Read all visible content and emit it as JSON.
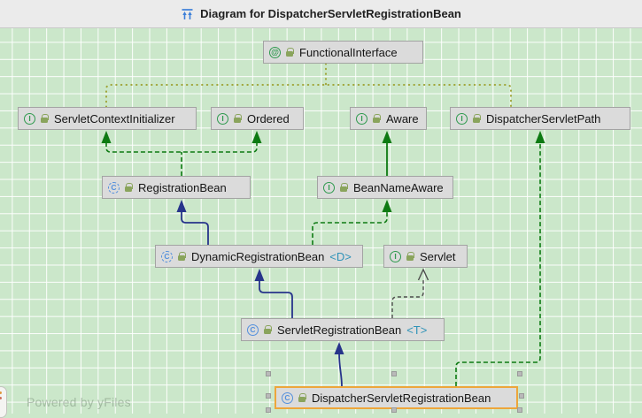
{
  "header": {
    "title": "Diagram for DispatcherServletRegistrationBean"
  },
  "watermark": "Powered by yFiles",
  "icons": {
    "interface": "I",
    "class": "C",
    "annotation": "@"
  },
  "colors": {
    "canvas": "#cbe7ca",
    "grid": "#ffffff",
    "node_bg": "#dbdbdb",
    "node_border": "#a3a3a3",
    "selection": "#eda63b",
    "extends_edge": "#27348b",
    "implements_edge": "#0d7a12",
    "annotation_edge": "#9fa438",
    "type_bound_edge": "#4d4d4d",
    "interface_icon": "#2f9a4e",
    "class_icon": "#5490dc",
    "lock_icon": "#8aa45c",
    "generic_text": "#2f93b8"
  },
  "nodes": {
    "functional_interface": {
      "label": "FunctionalInterface",
      "kind": "annotation"
    },
    "servlet_context_initializer": {
      "label": "ServletContextInitializer",
      "kind": "interface"
    },
    "ordered": {
      "label": "Ordered",
      "kind": "interface"
    },
    "aware": {
      "label": "Aware",
      "kind": "interface"
    },
    "dispatcher_servlet_path": {
      "label": "DispatcherServletPath",
      "kind": "interface"
    },
    "registration_bean": {
      "label": "RegistrationBean",
      "kind": "abstract-class"
    },
    "bean_name_aware": {
      "label": "BeanNameAware",
      "kind": "interface"
    },
    "dynamic_registration_bean": {
      "label": "DynamicRegistrationBean",
      "generic": "<D>",
      "kind": "abstract-class"
    },
    "servlet": {
      "label": "Servlet",
      "kind": "interface"
    },
    "servlet_registration_bean": {
      "label": "ServletRegistrationBean",
      "generic": "<T>",
      "kind": "class"
    },
    "dispatcher_servlet_registration_bean": {
      "label": "DispatcherServletRegistrationBean",
      "kind": "class",
      "selected": true
    }
  },
  "relationships": [
    {
      "from": "ServletContextInitializer",
      "to": "FunctionalInterface",
      "type": "annotation"
    },
    {
      "from": "DispatcherServletPath",
      "to": "FunctionalInterface",
      "type": "annotation"
    },
    {
      "from": "RegistrationBean",
      "to": "ServletContextInitializer",
      "type": "implements"
    },
    {
      "from": "RegistrationBean",
      "to": "Ordered",
      "type": "implements"
    },
    {
      "from": "BeanNameAware",
      "to": "Aware",
      "type": "extends"
    },
    {
      "from": "DynamicRegistrationBean",
      "to": "RegistrationBean",
      "type": "extends"
    },
    {
      "from": "DynamicRegistrationBean",
      "to": "BeanNameAware",
      "type": "implements"
    },
    {
      "from": "ServletRegistrationBean",
      "to": "DynamicRegistrationBean",
      "type": "extends"
    },
    {
      "from": "ServletRegistrationBean",
      "to": "Servlet",
      "type": "type-parameter-bound"
    },
    {
      "from": "DispatcherServletRegistrationBean",
      "to": "ServletRegistrationBean",
      "type": "extends"
    },
    {
      "from": "DispatcherServletRegistrationBean",
      "to": "DispatcherServletPath",
      "type": "implements"
    }
  ]
}
